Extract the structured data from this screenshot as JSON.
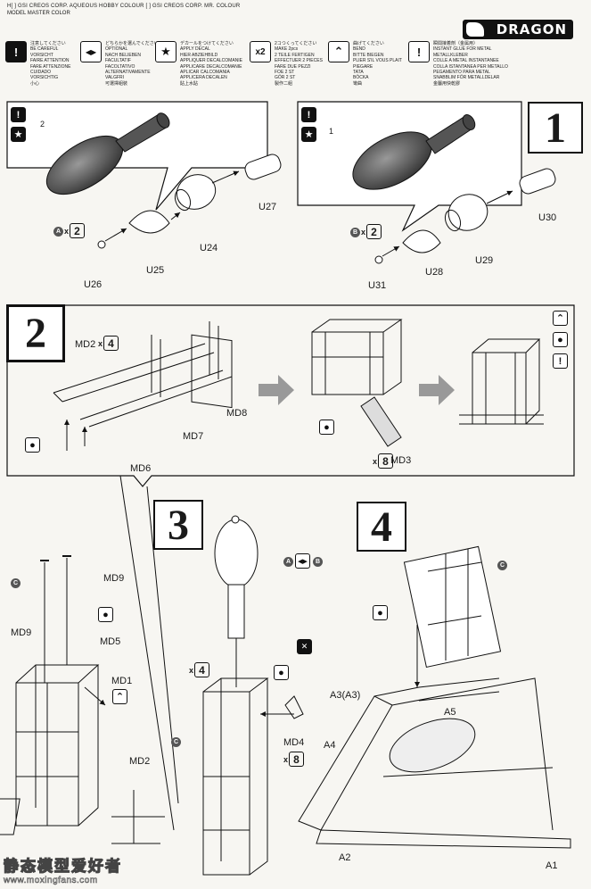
{
  "header": {
    "line1": "H[ ] GSI CREOS CORP. AQUEOUS HOBBY COLOUR   [ ] GSI CREOS CORP. MR. COLOUR",
    "line2": "MODEL MASTER COLOR",
    "logo": "DRAGON"
  },
  "legend": [
    {
      "icon": "glue-brush-icon",
      "glyph": "!",
      "text": "注意してください\nBE CAREFUL\nVORSICHT\nFAIRE ATTENTION\nFARE ATTENZIONE\nCUIDADO\nVORSICHTIG\n小心"
    },
    {
      "icon": "optional-icon",
      "glyph": "◀▶",
      "text": "どちらかを選んでください\nOPTIONAL\nNACH BELIEBEN\nFACULTATIF\nFACOLTATIVO\nALTERNATIVAMENTE\nVALGFRI\n可選擇組裝"
    },
    {
      "icon": "decal-star-icon",
      "glyph": "★",
      "text": "デカールをつけてください\nAPPLY DECAL\nHIER ABZIEHBILD\nAPPLIQUER DECALCOMANIE\nAPPLICARE DECALCOMANIE\nAPLICAR CALCOMANIA\nAPPLICERA DECALEN\n貼上水貼"
    },
    {
      "icon": "repeat-x2-icon",
      "glyph": "x2",
      "text": "2コつくってください\nMAKE 2pcs\n2 TEILE FERTIGEN\nEFFECTUER 2 PIECES\nFARE DUE PEZZI\nFOE 2 ST\nGÖR 2 ST\n製作二組"
    },
    {
      "icon": "bend-icon",
      "glyph": "⌃",
      "text": "曲げてください\nBEND\nBITTE BIEGEN\nPLIER S'IL VOUS PLAIT\nPIEGARE\nTATA\nBÖCKA\n彎曲"
    },
    {
      "icon": "metal-glue-icon",
      "glyph": "!",
      "text": "瞬間接着剤（金属用）\nINSTANT GLUE FOR METAL\nMETALLKLEBER\nCOLLE A METAL INSTANTANEE\nCOLLA ISTANTANEA PER METALLO\nPEGAMENTO PARA METAL\nSNABBLIM FÖR METALLDELAR\n金屬用快乾膠"
    }
  ],
  "steps": {
    "step1": {
      "number": "1"
    },
    "step2": {
      "number": "2"
    },
    "step3": {
      "number": "3"
    },
    "step4": {
      "number": "4"
    }
  },
  "step1_labels": {
    "left_callout": "2",
    "right_callout": "1",
    "u24": "U24",
    "u25": "U25",
    "u26": "U26",
    "u27": "U27",
    "u28": "U28",
    "u29": "U29",
    "u30": "U30",
    "u31": "U31",
    "left_color": "A",
    "right_color": "B",
    "mult": "2"
  },
  "step2_labels": {
    "md2": "MD2",
    "md2_mult": "4",
    "md8": "MD8",
    "md7": "MD7",
    "md6": "MD6",
    "md3": "MD3",
    "md3_mult": "8"
  },
  "step3_labels": {
    "md9a": "MD9",
    "md9b": "MD9",
    "md5": "MD5",
    "md1": "MD1",
    "md2": "MD2",
    "md4": "MD4",
    "md4_mult": "8",
    "frame_mult": "4",
    "color_a": "A",
    "color_b": "B",
    "color_c1": "C",
    "color_c2": "C"
  },
  "step4_labels": {
    "a3": "A3(A3)",
    "a4": "A4",
    "a5": "A5",
    "a2": "A2",
    "a1": "A1",
    "color_c": "C"
  },
  "watermark": {
    "cn": "静态模型爱好者",
    "url": "www.moxingfans.com"
  }
}
